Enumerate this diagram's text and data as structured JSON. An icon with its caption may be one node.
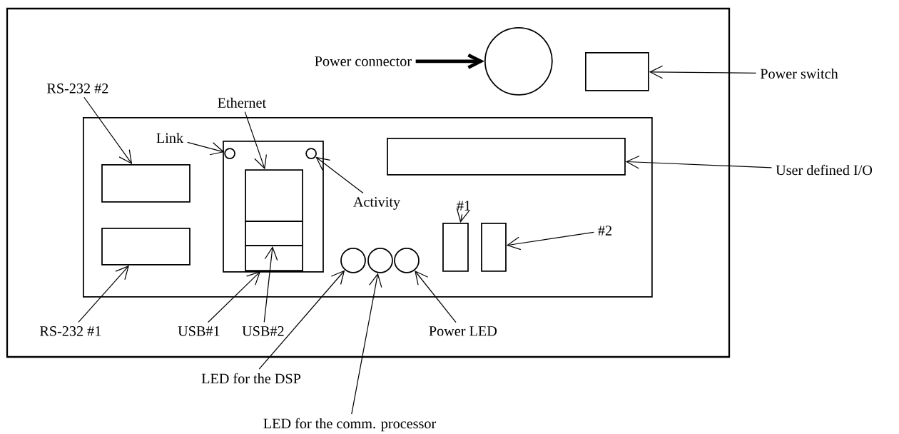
{
  "diagram": {
    "nodes": [
      {
        "text": [],
        "shape": "box"
      },
      {
        "text": [],
        "shape": "circle",
        "in": 0
      },
      {
        "text": [],
        "shape": "box",
        "in": 0
      },
      {
        "text": [],
        "shape": "box",
        "in": 0
      },
      {
        "text": [],
        "shape": "box",
        "in": 3
      },
      {
        "text": [],
        "shape": "box",
        "in": 3
      },
      {
        "text": [],
        "shape": "box",
        "in": 3
      },
      {
        "text": [],
        "shape": "circle",
        "in": 6
      },
      {
        "text": [],
        "shape": "circle",
        "in": 6
      },
      {
        "text": [],
        "shape": "box",
        "in": 6
      },
      {
        "text": [],
        "shape": "box",
        "in": 6
      },
      {
        "text": [],
        "shape": "box",
        "in": 6
      },
      {
        "text": [],
        "shape": "box",
        "in": 3
      },
      {
        "text": [],
        "shape": "box",
        "in": 3
      },
      {
        "text": [],
        "shape": "box",
        "in": 3
      },
      {
        "text": [],
        "shape": "circle",
        "in": 3
      },
      {
        "text": [],
        "shape": "circle",
        "in": 3
      },
      {
        "text": [],
        "shape": "circle",
        "in": 3
      },
      {
        "text": [
          "Power connector"
        ],
        "in": 0
      },
      {
        "text": [
          "Power switch"
        ]
      },
      {
        "text": [
          "RS-232 #2"
        ],
        "in": 0
      },
      {
        "text": [
          "Ethernet"
        ],
        "in": 0
      },
      {
        "text": [
          "Link"
        ],
        "in": 3
      },
      {
        "text": [
          "Activity"
        ],
        "in": 3
      },
      {
        "text": [
          "User defined I/O"
        ]
      },
      {
        "text": [
          "#1"
        ],
        "in": 3
      },
      {
        "text": [
          "#2"
        ],
        "in": 3
      },
      {
        "text": [
          "RS-232 #1"
        ],
        "in": 0
      },
      {
        "text": [
          "USB#1"
        ],
        "in": 0
      },
      {
        "text": [
          "USB#2"
        ],
        "in": 0
      },
      {
        "text": [
          "Power LED"
        ],
        "in": 0
      },
      {
        "text": [
          "LED for the DSP"
        ]
      },
      {
        "text": [
          "LED for the comm. processor"
        ]
      }
    ],
    "edges": [
      {
        "from": 18,
        "to": 1,
        "arrow": "to",
        "style": "thick"
      },
      {
        "from": 19,
        "to": 2,
        "arrow": "to"
      },
      {
        "from": 20,
        "to": 4,
        "arrow": "to"
      },
      {
        "from": 21,
        "to": 9,
        "arrow": "to"
      },
      {
        "from": 22,
        "to": 7,
        "arrow": "to"
      },
      {
        "from": 23,
        "to": 8,
        "arrow": "to"
      },
      {
        "from": 24,
        "to": 12,
        "arrow": "to"
      },
      {
        "from": 25,
        "to": 13,
        "arrow": "to"
      },
      {
        "from": 26,
        "to": 14,
        "arrow": "to"
      },
      {
        "from": 27,
        "to": 5,
        "arrow": "to"
      },
      {
        "from": 28,
        "to": 11,
        "arrow": "to"
      },
      {
        "from": 29,
        "to": 10,
        "arrow": "to"
      },
      {
        "from": 30,
        "to": 17,
        "arrow": "to"
      },
      {
        "from": 31,
        "to": 15,
        "arrow": "to"
      },
      {
        "from": 32,
        "to": 16,
        "arrow": "to"
      }
    ]
  }
}
